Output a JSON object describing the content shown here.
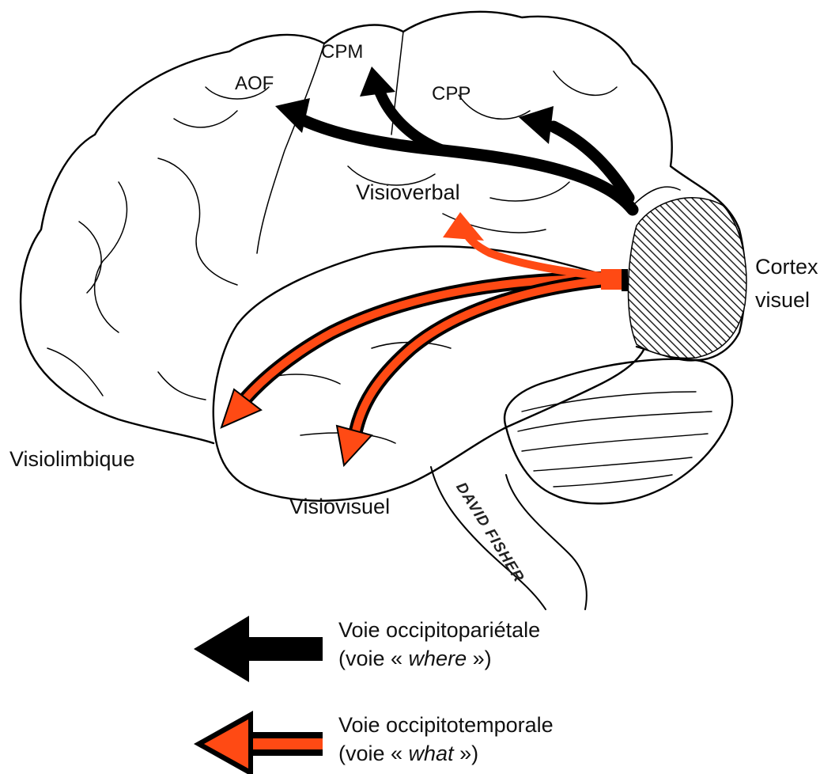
{
  "labels": {
    "aof": "AOF",
    "cpm": "CPM",
    "cpp": "CPP",
    "visioverbal": "Visioverbal",
    "cortex_line1": "Cortex",
    "cortex_line2": "visuel",
    "visiolimbique": "Visiolimbique",
    "visiovisuel": "Visiovisuel"
  },
  "signature": "DAVID FISHER",
  "legend": {
    "where": {
      "line1": "Voie occipitopariétale",
      "line2_prefix": "(voie « ",
      "line2_em": "where",
      "line2_suffix": " »)"
    },
    "what": {
      "line1": "Voie occipitotemporale",
      "line2_prefix": "(voie « ",
      "line2_em": "what",
      "line2_suffix": " »)"
    }
  },
  "colors": {
    "dorsal_stream": "#000000",
    "ventral_stream": "#ff4a14",
    "outline": "#000000"
  }
}
